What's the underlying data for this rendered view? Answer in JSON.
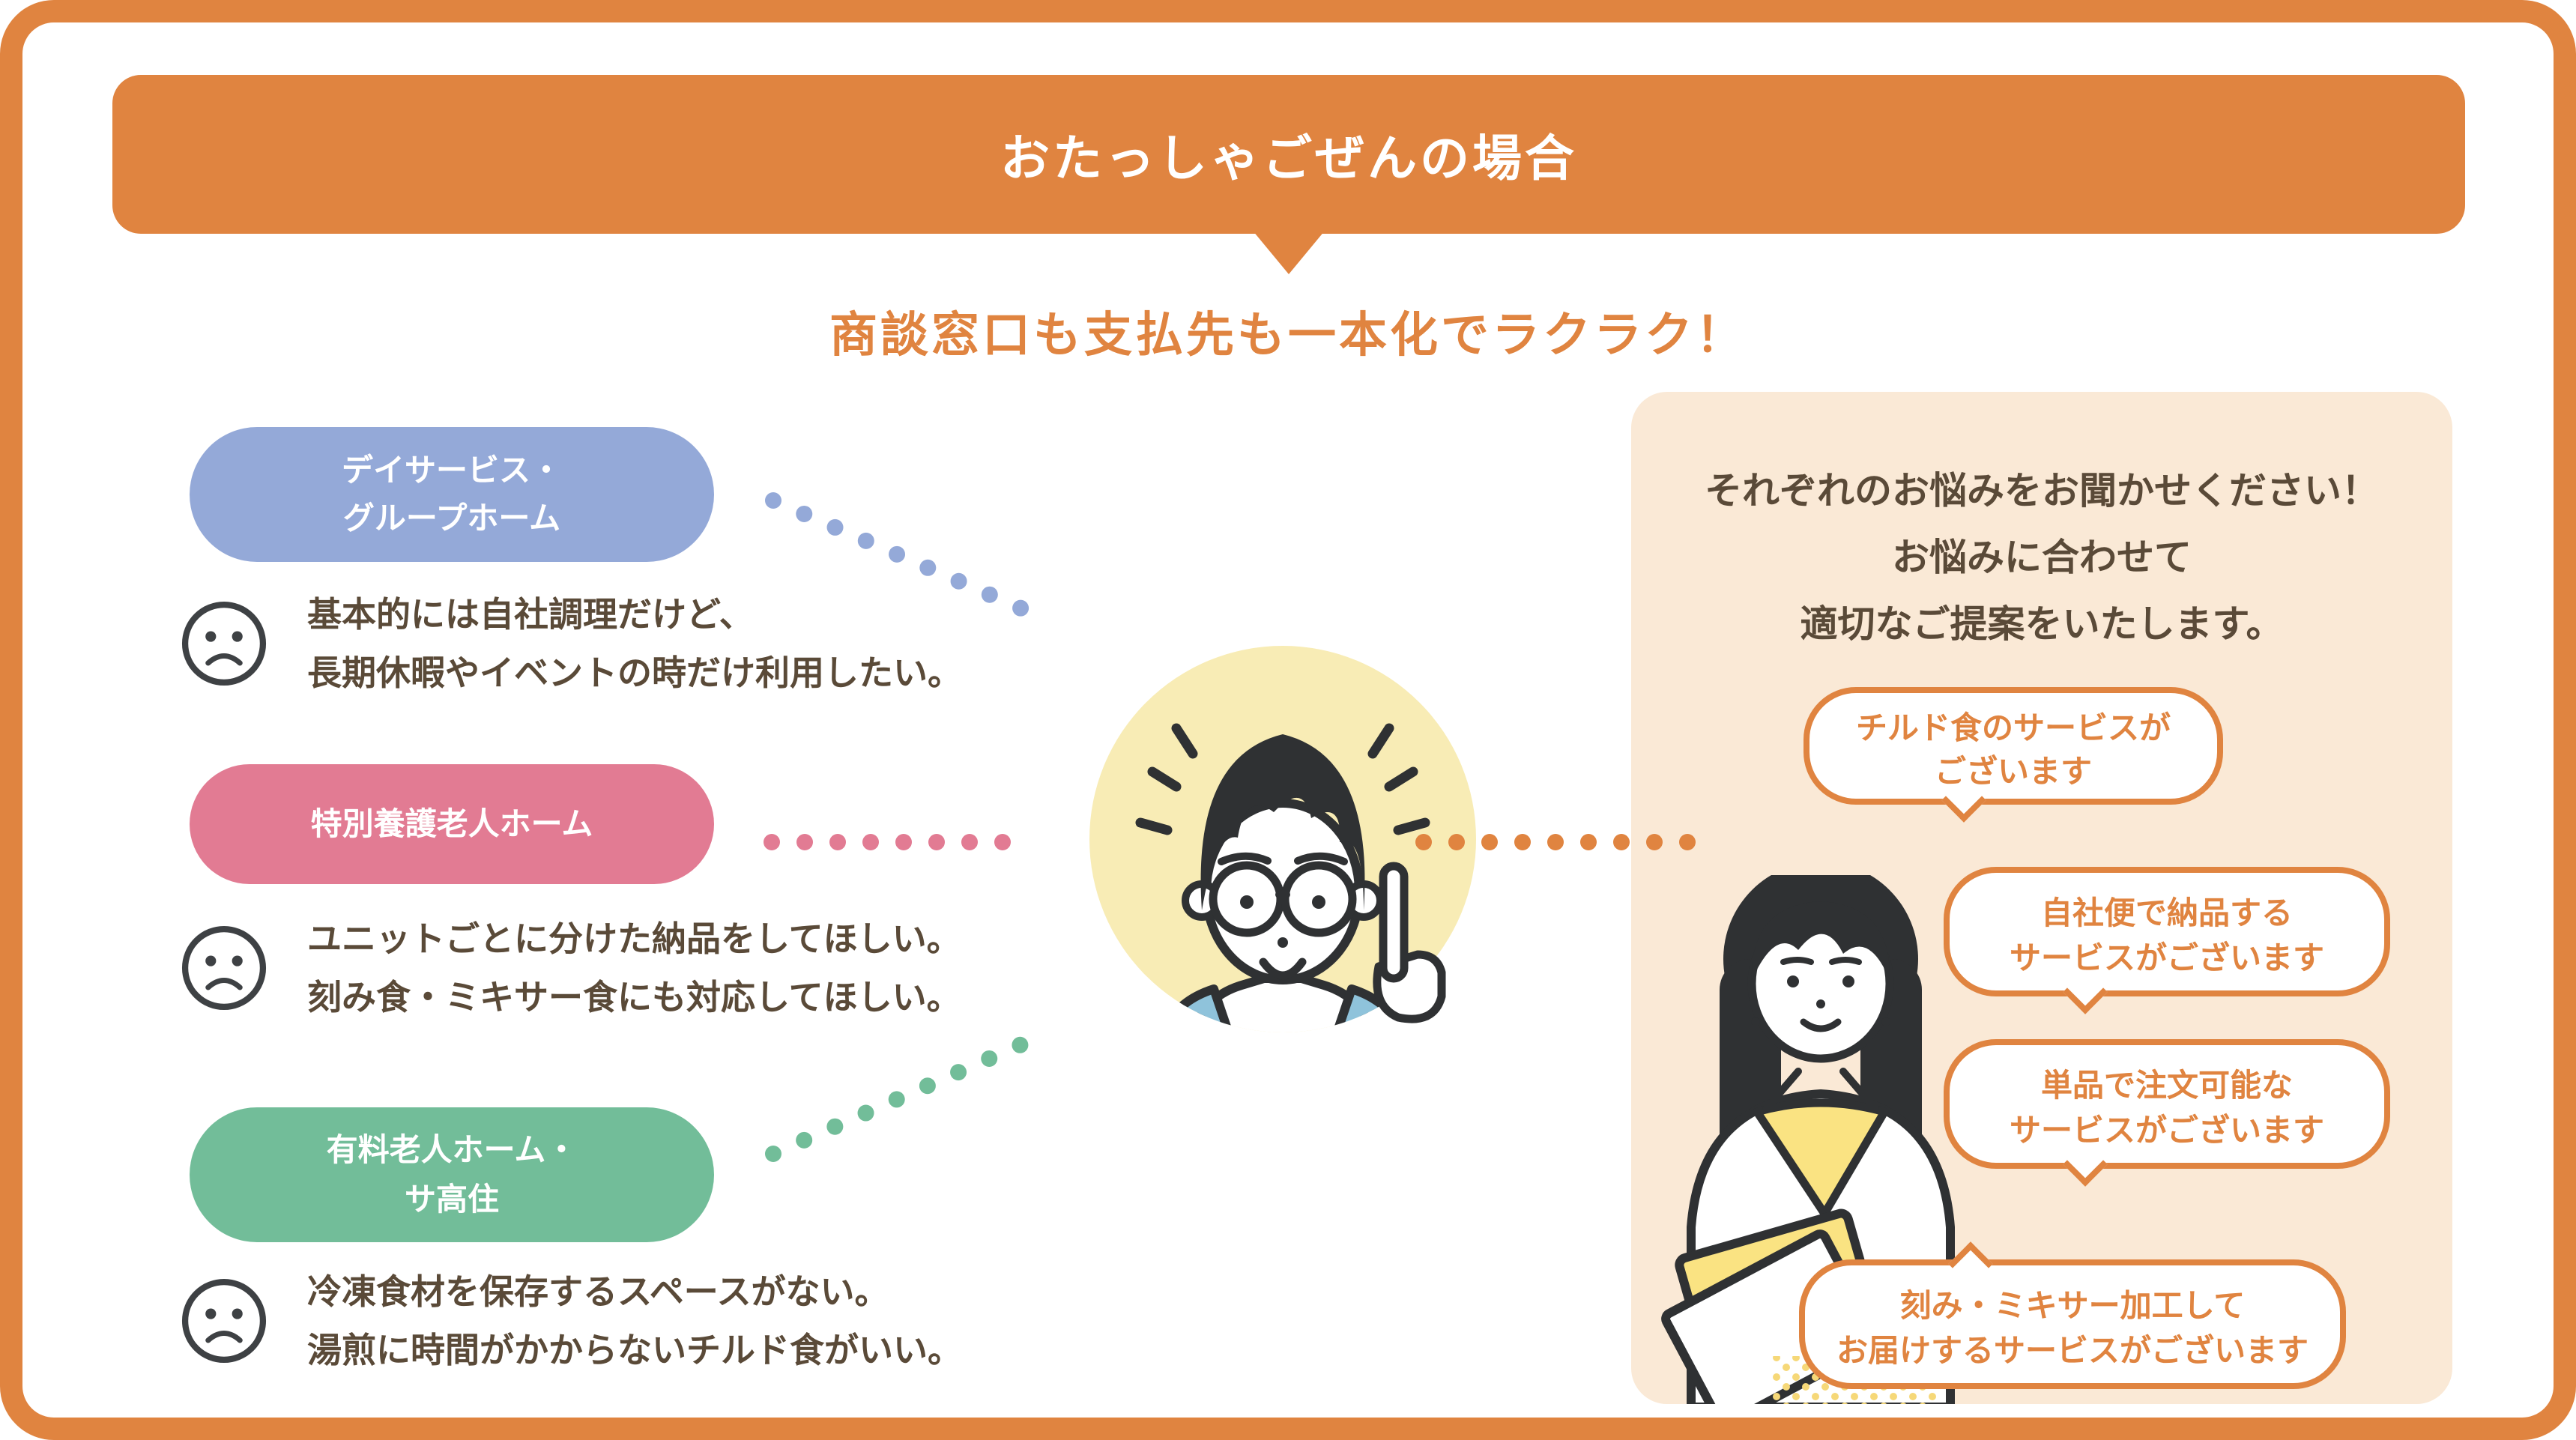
{
  "header": {
    "title": "おたっしゃごぜんの場合"
  },
  "subtitle": "商談窓口も支払先も一本化でラクラク！",
  "facilities": [
    {
      "label_line1": "デイサービス・",
      "label_line2": "グループホーム",
      "concern_line1": "基本的には自社調理だけど、",
      "concern_line2": "長期休暇やイベントの時だけ利用したい。"
    },
    {
      "label_line1": "特別養護老人ホーム",
      "concern_line1": "ユニットごとに分けた納品をしてほしい。",
      "concern_line2": "刻み食・ミキサー食にも対応してほしい。"
    },
    {
      "label_line1": "有料老人ホーム・",
      "label_line2": "サ高住",
      "concern_line1": "冷凍食材を保存するスペースがない。",
      "concern_line2": "湯煎に時間がかからないチルド食がいい。"
    }
  ],
  "consult_panel": {
    "heading_line1": "それぞれのお悩みをお聞かせください！",
    "heading_line2": "お悩みに合わせて",
    "heading_line3": "適切なご提案をいたします。",
    "bubbles": [
      {
        "line1": "チルド食のサービスが",
        "line2": "ございます"
      },
      {
        "line1": "自社便で納品する",
        "line2": "サービスがございます"
      },
      {
        "line1": "単品で注文可能な",
        "line2": "サービスがございます"
      },
      {
        "line1": "刻み・ミキサー加工して",
        "line2": "お届けするサービスがございます"
      }
    ]
  },
  "icons": {
    "sad_face": "sad-face-icon",
    "banner_pointer": "banner-pointer-triangle"
  },
  "colors": {
    "accent_orange": "#E08440",
    "day_service_blue": "#94A9D8",
    "nursing_home_pink": "#E27B93",
    "paid_home_green": "#72BD99",
    "panel_cream": "#FAE9D6",
    "highlight_yellow": "#F8ECB5",
    "folder_yellow": "#FAE382",
    "shirt_blue": "#8FC3DB",
    "text_brown": "#5A4A38",
    "line_dark": "#2F3133"
  }
}
